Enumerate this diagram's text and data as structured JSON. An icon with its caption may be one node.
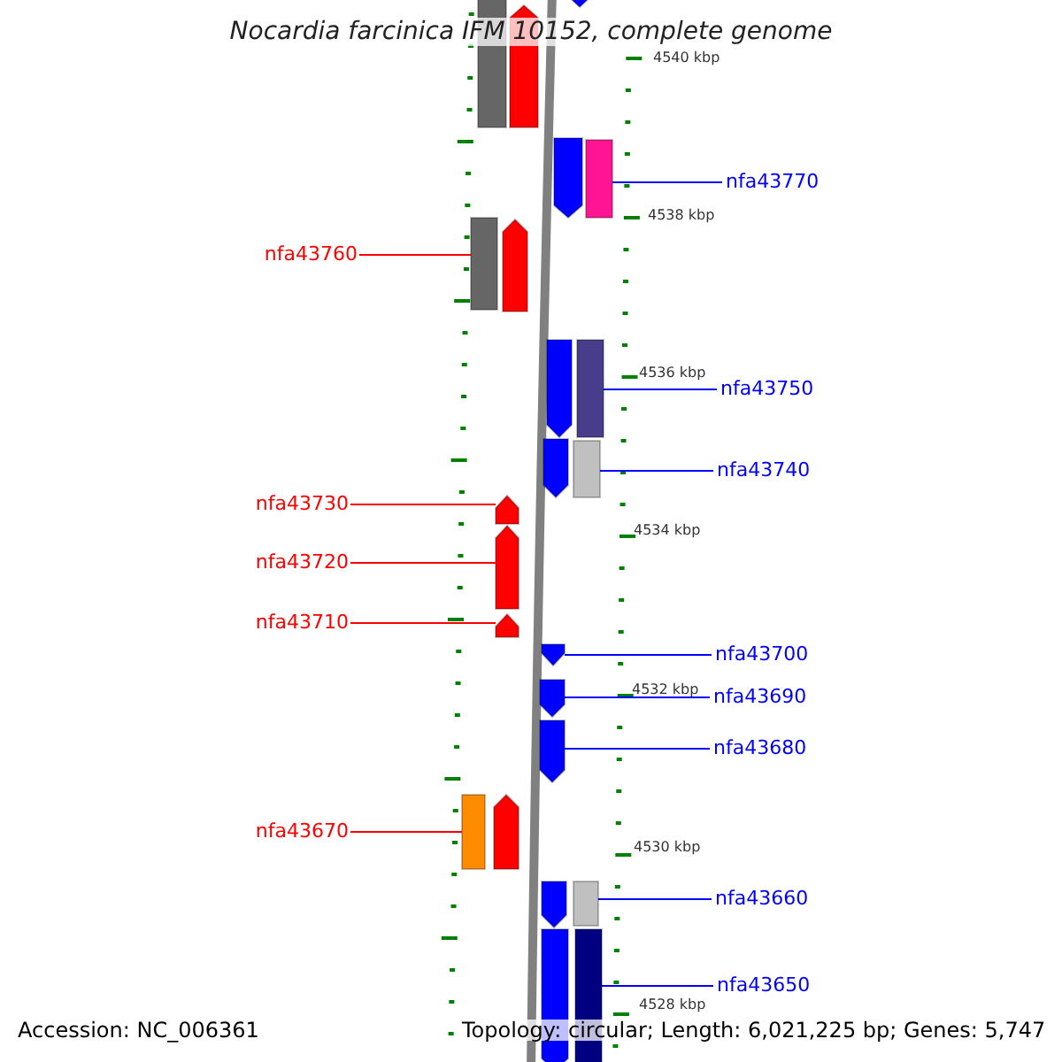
{
  "diagram": {
    "title": "Nocardia farcinica IFM 10152, complete genome",
    "nodes": [
      {
        "text": [],
        "shape": "bar"
      },
      {
        "text": [],
        "shape": "arrow"
      },
      {
        "text": [],
        "shape": "arrow"
      },
      {
        "text": [],
        "shape": "arrow"
      },
      {
        "text": [],
        "shape": "bar"
      },
      {
        "text": [
          "nfa43770"
        ]
      },
      {
        "text": [],
        "shape": "bar"
      },
      {
        "text": [],
        "shape": "arrow"
      },
      {
        "text": [
          "nfa43760"
        ]
      },
      {
        "text": [],
        "shape": "arrow"
      },
      {
        "text": [],
        "shape": "bar"
      },
      {
        "text": [
          "nfa43750"
        ]
      },
      {
        "text": [],
        "shape": "arrow"
      },
      {
        "text": [],
        "shape": "bar"
      },
      {
        "text": [
          "nfa43740"
        ]
      },
      {
        "text": [],
        "shape": "arrow"
      },
      {
        "text": [
          "nfa43730"
        ]
      },
      {
        "text": [],
        "shape": "arrow"
      },
      {
        "text": [
          "nfa43720"
        ]
      },
      {
        "text": [],
        "shape": "arrow"
      },
      {
        "text": [
          "nfa43710"
        ]
      },
      {
        "text": [],
        "shape": "arrow"
      },
      {
        "text": [
          "nfa43700"
        ]
      },
      {
        "text": [],
        "shape": "arrow"
      },
      {
        "text": [
          "nfa43690"
        ]
      },
      {
        "text": [],
        "shape": "arrow"
      },
      {
        "text": [
          "nfa43680"
        ]
      },
      {
        "text": [],
        "shape": "bar"
      },
      {
        "text": [],
        "shape": "arrow"
      },
      {
        "text": [
          "nfa43670"
        ]
      },
      {
        "text": [],
        "shape": "arrow"
      },
      {
        "text": [],
        "shape": "bar"
      },
      {
        "text": [
          "nfa43660"
        ]
      },
      {
        "text": [],
        "shape": "arrow"
      },
      {
        "text": [],
        "shape": "bar"
      },
      {
        "text": [
          "nfa43650"
        ]
      }
    ],
    "edges": [
      {
        "from": 5,
        "to": 4,
        "arrow": "none"
      },
      {
        "from": 8,
        "to": 6,
        "arrow": "none",
        "color": "#ff0000"
      },
      {
        "from": 11,
        "to": 10,
        "arrow": "none"
      },
      {
        "from": 14,
        "to": 13,
        "arrow": "none"
      },
      {
        "from": 16,
        "to": 15,
        "arrow": "none",
        "color": "#ff0000"
      },
      {
        "from": 18,
        "to": 17,
        "arrow": "none",
        "color": "#ff0000"
      },
      {
        "from": 20,
        "to": 19,
        "arrow": "none",
        "color": "#ff0000"
      },
      {
        "from": 22,
        "to": 21,
        "arrow": "none"
      },
      {
        "from": 24,
        "to": 23,
        "arrow": "none"
      },
      {
        "from": 26,
        "to": 25,
        "arrow": "none"
      },
      {
        "from": 29,
        "to": 27,
        "arrow": "none",
        "color": "#ff0000"
      },
      {
        "from": 32,
        "to": 31,
        "arrow": "none"
      },
      {
        "from": 35,
        "to": 34,
        "arrow": "none"
      }
    ],
    "labels": [
      "4540 kbp",
      "4538 kbp",
      "4536 kbp",
      "4534 kbp",
      "4532 kbp",
      "4530 kbp",
      "4528 kbp",
      "Accession: NC_006361",
      "Topology: circular; Length: 6,021,225 bp; Genes: 5,747"
    ]
  }
}
